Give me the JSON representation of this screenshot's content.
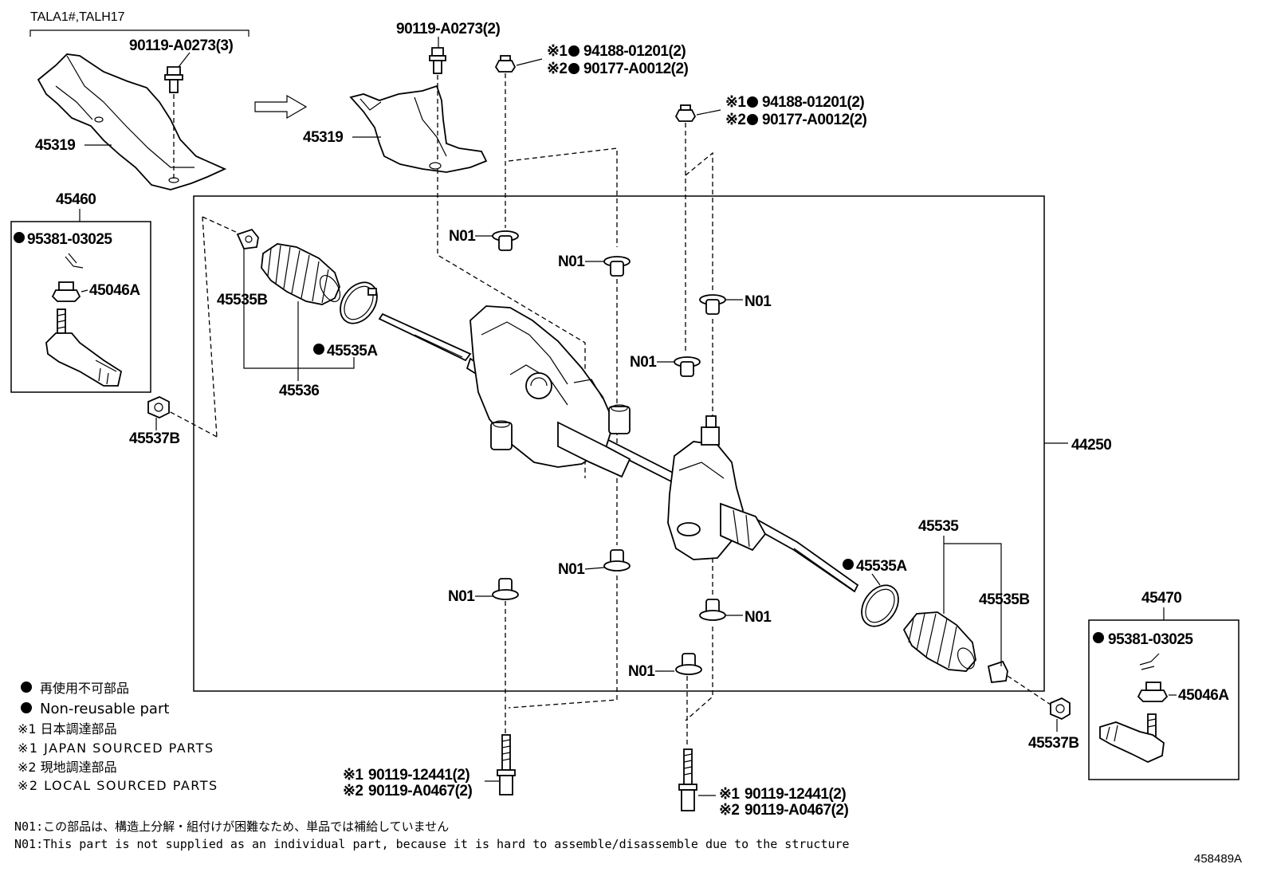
{
  "diagram_id": "458489A",
  "variant_label": "TALA1#,TALH17",
  "labels": {
    "bolt_top_left": "90119-A0273(3)",
    "bolt_top_mid": "90119-A0273(2)",
    "shield_left": "45319",
    "shield_right": "45319",
    "tie_rod_left": "45460",
    "tie_rod_right": "45470",
    "clip_left": "95381-03025",
    "clip_right": "95381-03025",
    "nut_left": "45046A",
    "nut_right": "45046A",
    "lock_nut_left": "45537B",
    "lock_nut_right": "45537B",
    "boot_clamp_left": "45535B",
    "boot_clip_left": "45535A",
    "boot_set_left": "45536",
    "boot_set_right": "45535",
    "boot_clip_right": "45535A",
    "boot_clamp_right": "45535B",
    "steering_gear": "44250",
    "n01": "N01",
    "nut1_a": "94188-01201(2)",
    "nut1_b": "90177-A0012(2)",
    "nut2_a": "94188-01201(2)",
    "nut2_b": "90177-A0012(2)",
    "bolt_bot_l_a": "90119-12441(2)",
    "bolt_bot_l_b": "90119-A0467(2)",
    "bolt_bot_r_a": "90119-12441(2)",
    "bolt_bot_r_b": "90119-A0467(2)",
    "mark1": "※1",
    "mark2": "※2"
  },
  "legend": {
    "non_reusable_jp": "再使用不可部品",
    "non_reusable_en": "Non-reusable part",
    "japan_jp": "※1 日本調達部品",
    "japan_en": "※1 JAPAN SOURCED PARTS",
    "local_jp": "※2 現地調達部品",
    "local_en": "※2 LOCAL SOURCED PARTS"
  },
  "notes": {
    "n01_jp": "N01:この部品は、構造上分解・組付けが困難なため、単品では補給していません",
    "n01_en": "N01:This part is not supplied as an individual part, because it is hard to assemble/disassemble due to the structure"
  }
}
